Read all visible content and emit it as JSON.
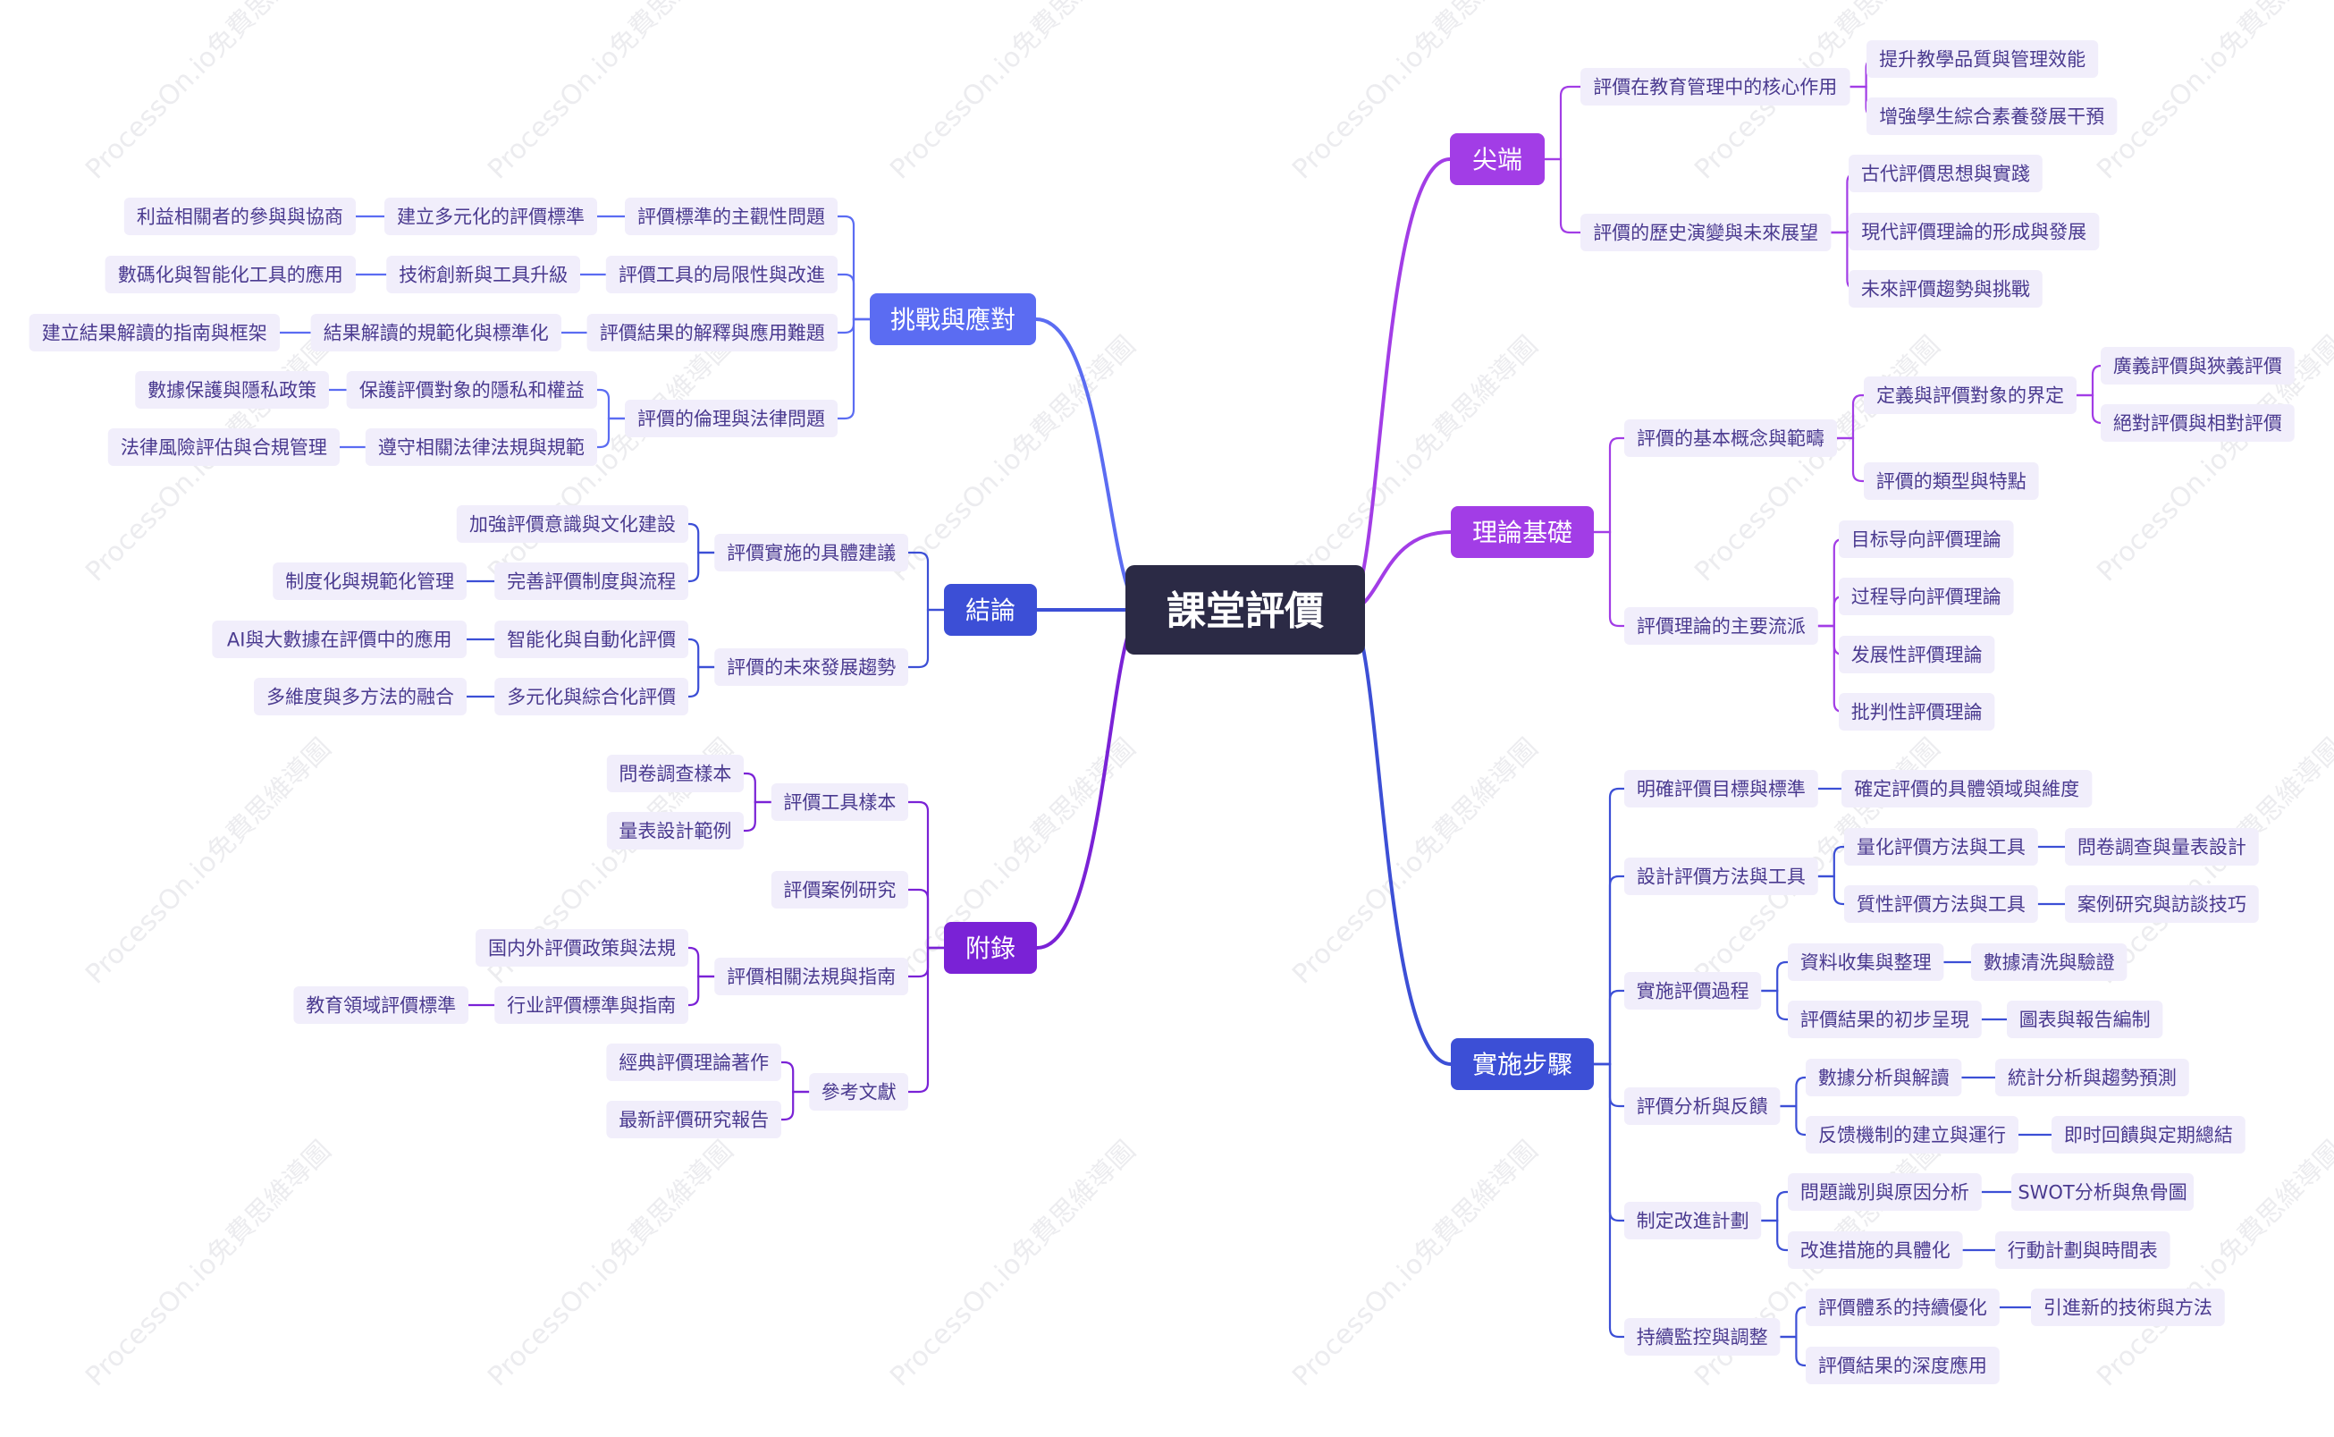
{
  "watermark": "ProcessOn.io免費思維導圖",
  "colors": {
    "root_fill": "#2b2a45",
    "root_text": "#ffffff",
    "leaf_fill": "#f1eefb",
    "leaf_text": "#4a3a8f",
    "branch_text": "#ffffff"
  },
  "root": {
    "label": "課堂評價"
  },
  "branches": [
    {
      "id": "jianduan",
      "label": "尖端",
      "side": "right",
      "color": "#a23de6",
      "children": [
        {
          "label": "評價在教育管理中的核心作用",
          "children": [
            {
              "label": "提升教學品質與管理效能"
            },
            {
              "label": "增強學生綜合素養發展干預"
            }
          ]
        },
        {
          "label": "評價的歷史演變與未來展望",
          "children": [
            {
              "label": "古代評價思想與實踐"
            },
            {
              "label": "現代評價理論的形成與發展"
            },
            {
              "label": "未來評價趨勢與挑戰"
            }
          ]
        }
      ]
    },
    {
      "id": "lilun",
      "label": "理論基礎",
      "side": "right",
      "color": "#a23de6",
      "children": [
        {
          "label": "評價的基本概念與範疇",
          "children": [
            {
              "label": "定義與評價對象的界定",
              "children": [
                {
                  "label": "廣義評價與狹義評價"
                },
                {
                  "label": "絕對評價與相對評價"
                }
              ]
            },
            {
              "label": "評價的類型與特點"
            }
          ]
        },
        {
          "label": "評價理論的主要流派",
          "children": [
            {
              "label": "目标导向評價理論"
            },
            {
              "label": "过程导向評價理論"
            },
            {
              "label": "发展性評價理論"
            },
            {
              "label": "批判性評價理論"
            }
          ]
        }
      ]
    },
    {
      "id": "shishi",
      "label": "實施步驟",
      "side": "right",
      "color": "#3c4fd6",
      "children": [
        {
          "label": "明確評價目標與標準",
          "children": [
            {
              "label": "確定評價的具體領域與維度"
            }
          ]
        },
        {
          "label": "設計評價方法與工具",
          "children": [
            {
              "label": "量化評價方法與工具",
              "children": [
                {
                  "label": "問卷調查與量表設計"
                }
              ]
            },
            {
              "label": "質性評價方法與工具",
              "children": [
                {
                  "label": "案例研究與訪談技巧"
                }
              ]
            }
          ]
        },
        {
          "label": "實施評價過程",
          "children": [
            {
              "label": "資料收集與整理",
              "children": [
                {
                  "label": "數據清洗與驗證"
                }
              ]
            },
            {
              "label": "評價結果的初步呈現",
              "children": [
                {
                  "label": "圖表與報告編制"
                }
              ]
            }
          ]
        },
        {
          "label": "評價分析與反饋",
          "children": [
            {
              "label": "數據分析與解讀",
              "children": [
                {
                  "label": "統計分析與趨勢預測"
                }
              ]
            },
            {
              "label": "反馈機制的建立與運行",
              "children": [
                {
                  "label": "即时回饋與定期總結"
                }
              ]
            }
          ]
        },
        {
          "label": "制定改進計劃",
          "children": [
            {
              "label": "問題識別與原因分析",
              "children": [
                {
                  "label": "SWOT分析與魚骨圖"
                }
              ]
            },
            {
              "label": "改進措施的具體化",
              "children": [
                {
                  "label": "行動計劃與時間表"
                }
              ]
            }
          ]
        },
        {
          "label": "持續監控與調整",
          "children": [
            {
              "label": "評價體系的持續優化",
              "children": [
                {
                  "label": "引進新的技術與方法"
                }
              ]
            },
            {
              "label": "評價結果的深度應用"
            }
          ]
        }
      ]
    },
    {
      "id": "tiaozhan",
      "label": "挑戰與應對",
      "side": "left",
      "color": "#5b6cf2",
      "children": [
        {
          "label": "評價標準的主觀性問題",
          "children": [
            {
              "label": "建立多元化的評價標準",
              "children": [
                {
                  "label": "利益相關者的參與與協商"
                }
              ]
            }
          ]
        },
        {
          "label": "評價工具的局限性與改進",
          "children": [
            {
              "label": "技術創新與工具升級",
              "children": [
                {
                  "label": "數碼化與智能化工具的應用"
                }
              ]
            }
          ]
        },
        {
          "label": "評價結果的解釋與應用難題",
          "children": [
            {
              "label": "結果解讀的規範化與標準化",
              "children": [
                {
                  "label": "建立結果解讀的指南與框架"
                }
              ]
            }
          ]
        },
        {
          "label": "評價的倫理與法律問題",
          "children": [
            {
              "label": "保護評價對象的隱私和權益",
              "children": [
                {
                  "label": "數據保護與隱私政策"
                }
              ]
            },
            {
              "label": "遵守相關法律法規與規範",
              "children": [
                {
                  "label": "法律風險評估與合規管理"
                }
              ]
            }
          ]
        }
      ]
    },
    {
      "id": "jielun",
      "label": "結論",
      "side": "left",
      "color": "#3c4fd6",
      "children": [
        {
          "label": "評價實施的具體建議",
          "children": [
            {
              "label": "加強評價意識與文化建設"
            },
            {
              "label": "完善評價制度與流程",
              "children": [
                {
                  "label": "制度化與規範化管理"
                }
              ]
            }
          ]
        },
        {
          "label": "評價的未來發展趨勢",
          "children": [
            {
              "label": "智能化與自動化評價",
              "children": [
                {
                  "label": "AI與大數據在評價中的應用"
                }
              ]
            },
            {
              "label": "多元化與綜合化評價",
              "children": [
                {
                  "label": "多維度與多方法的融合"
                }
              ]
            }
          ]
        }
      ]
    },
    {
      "id": "fulu",
      "label": "附錄",
      "side": "left",
      "color": "#7a22d6",
      "children": [
        {
          "label": "評價工具樣本",
          "children": [
            {
              "label": "問卷調查樣本"
            },
            {
              "label": "量表設計範例"
            }
          ]
        },
        {
          "label": "評價案例研究"
        },
        {
          "label": "評價相關法規與指南",
          "children": [
            {
              "label": "国内外評價政策與法規"
            },
            {
              "label": "行业評價標準與指南",
              "children": [
                {
                  "label": "教育領域評價標準"
                }
              ]
            }
          ]
        },
        {
          "label": "參考文獻",
          "children": [
            {
              "label": "經典評價理論著作"
            },
            {
              "label": "最新評價研究報告"
            }
          ]
        }
      ]
    }
  ]
}
